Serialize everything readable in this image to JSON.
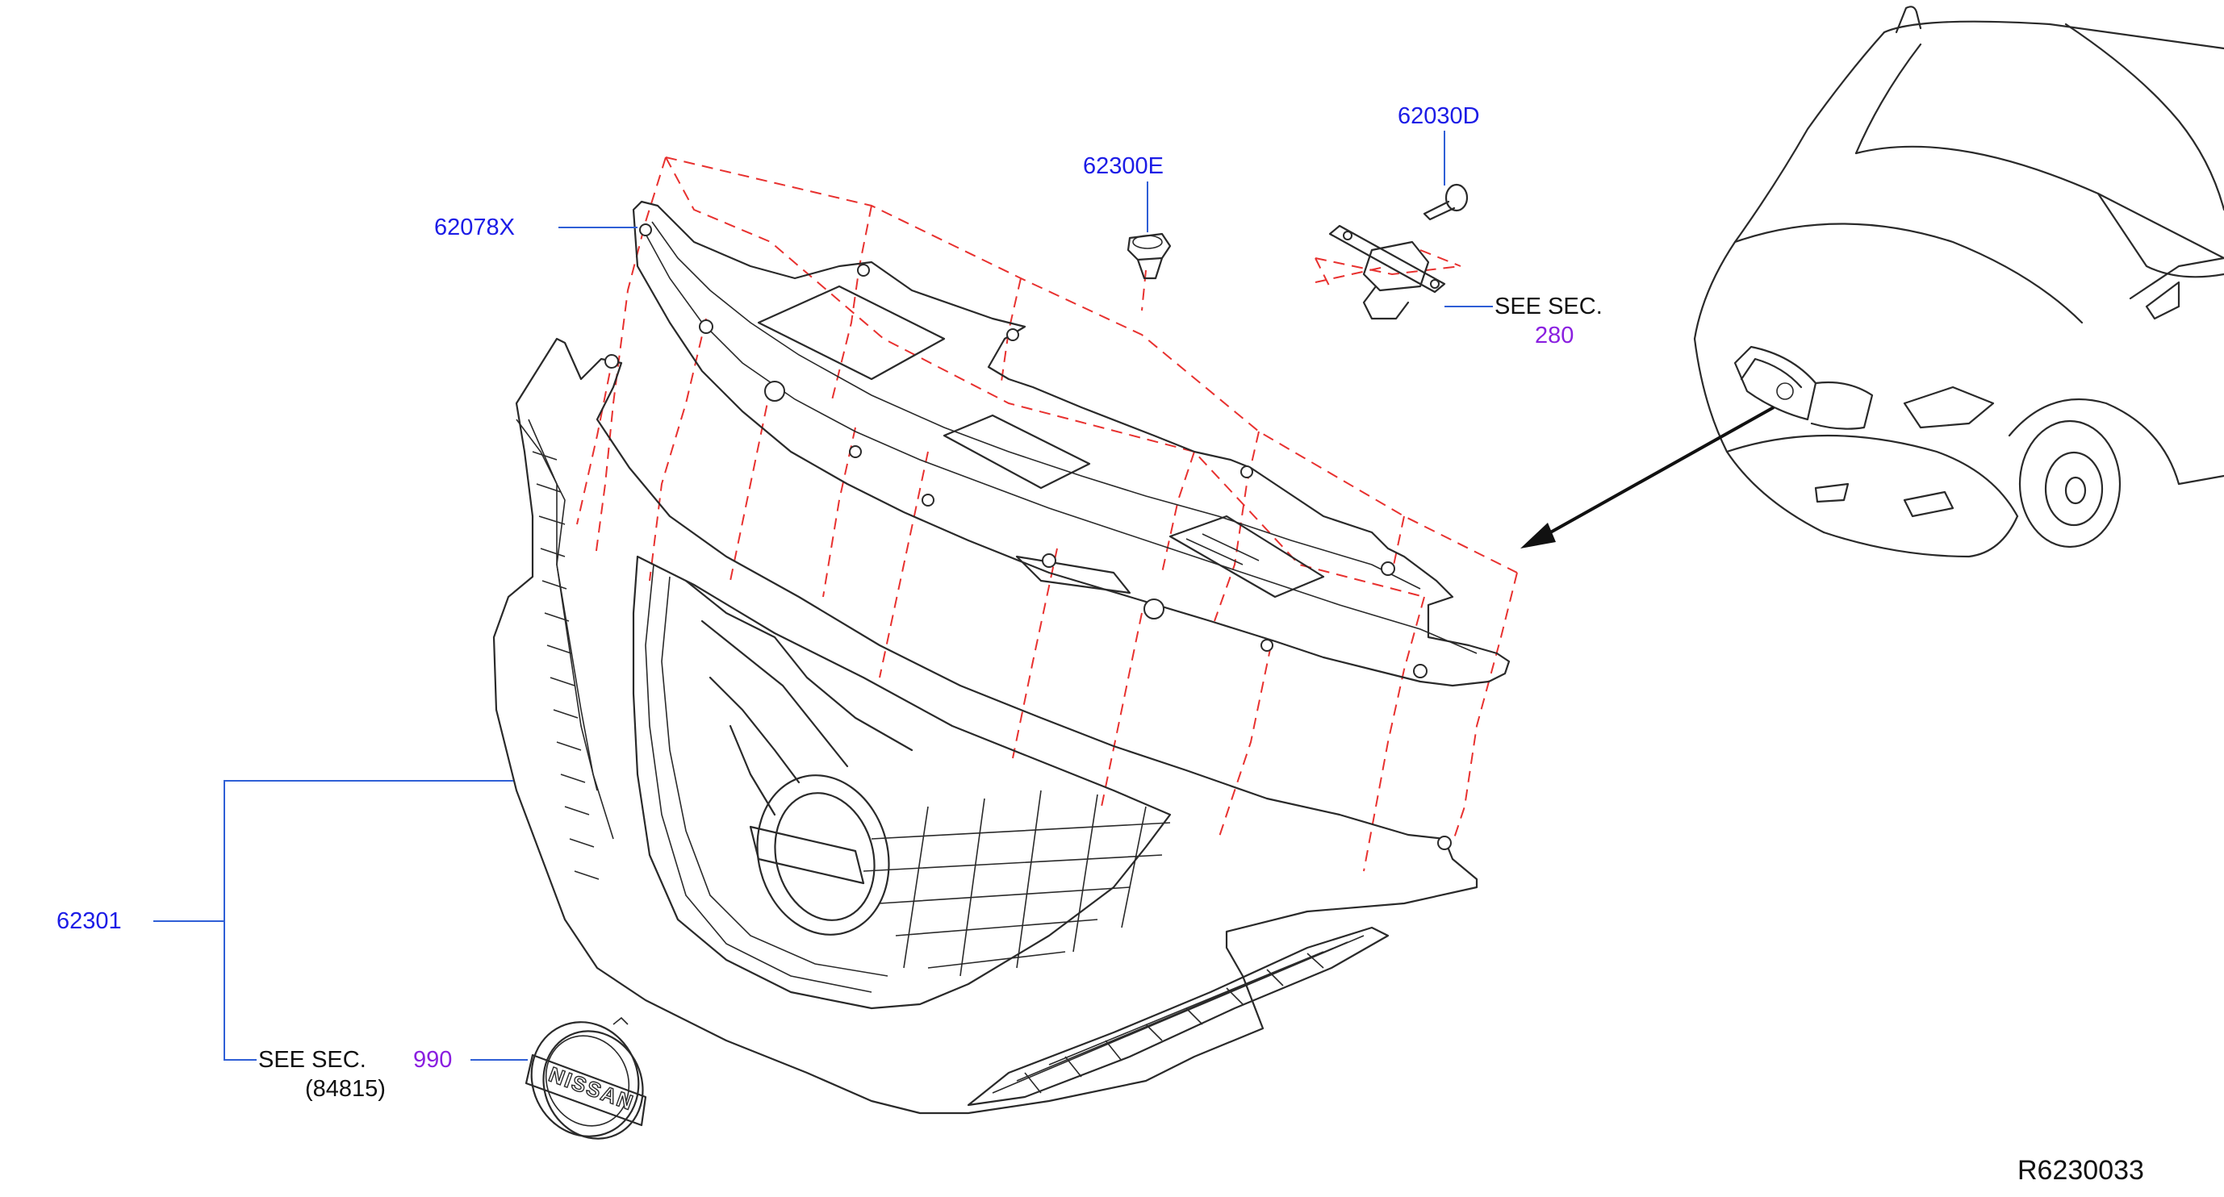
{
  "diagram_id": "R6230033",
  "callouts": {
    "part_62078X": "62078X",
    "part_62300E": "62300E",
    "part_62030D": "62030D",
    "part_62301": "62301",
    "see_sec_top": "SEE   SEC.",
    "sec_280": "280",
    "see_sec_bottom": "SEE   SEC.",
    "sec_990": "990",
    "sub_84815": "(84815)"
  },
  "emblem_text": "NISSAN",
  "colors": {
    "part_number": "#1c1ce6",
    "section_link": "#8a1fe0",
    "leader_line": "#2f5fd6",
    "dashed_guide": "#e8312f",
    "outline": "#2a2a2a"
  }
}
